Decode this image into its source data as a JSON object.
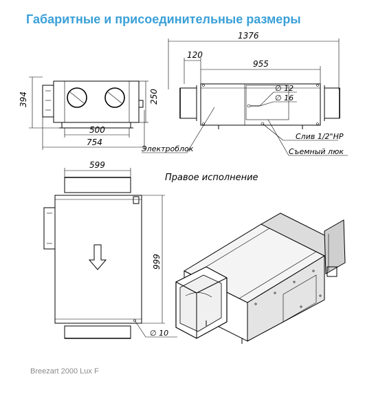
{
  "title": "Габаритные и присоединительные размеры",
  "footer": "Breezart 2000 Lux F",
  "dimensions": {
    "overall_length": "1376",
    "flange_offset": "120",
    "body_length": "955",
    "height_total": "394",
    "height_inner": "250",
    "width_inner": "500",
    "width_total": "754",
    "front_width": "599",
    "front_height": "999",
    "dia_12": "∅ 12",
    "dia_16": "∅ 16",
    "dia_10": "∅ 10"
  },
  "labels": {
    "drain": "Слив 1/2\"НР",
    "electric_block": "Электроблок",
    "hatch": "Съемный люк",
    "right_version": "Правое исполнение"
  }
}
